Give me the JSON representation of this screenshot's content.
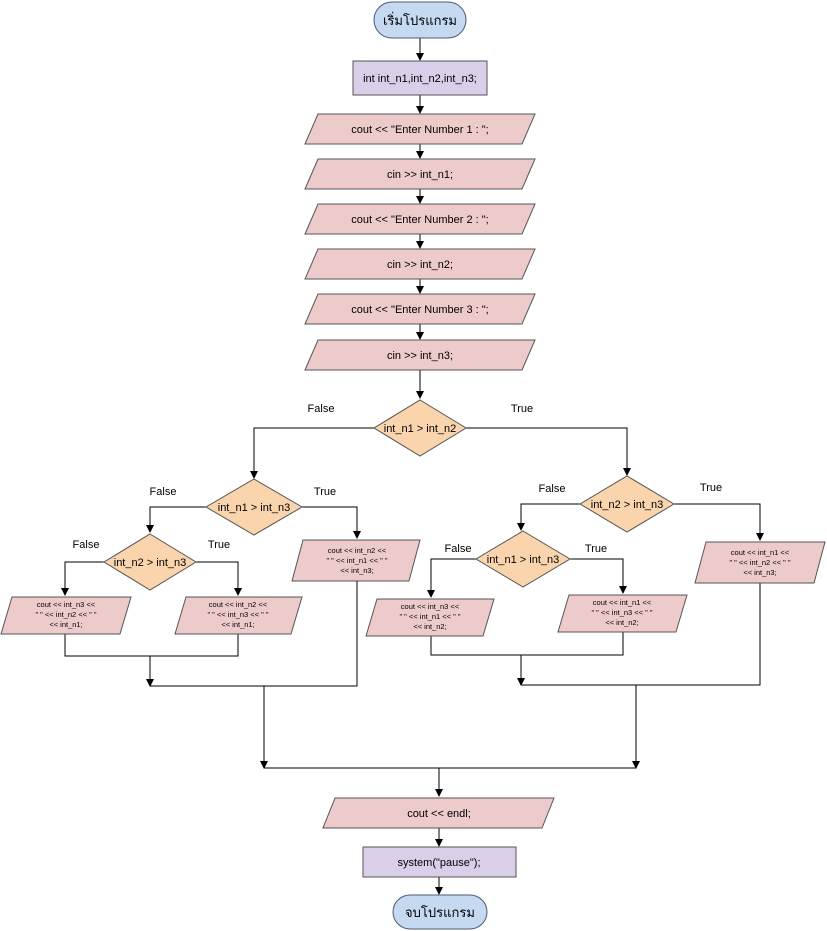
{
  "flowchart": {
    "start": "เริ่มโปรแกรม",
    "declare": "int int_n1,int_n2,int_n3;",
    "prompt1": "cout << \"Enter Number 1 : \";",
    "input1": "cin >> int_n1;",
    "prompt2": "cout << \"Enter Number 2 : \";",
    "input2": "cin >> int_n2;",
    "prompt3": "cout << \"Enter Number 3 : \";",
    "input3": "cin >> int_n3;",
    "decision_main": "int_n1 > int_n2",
    "decision_left": "int_n1 > int_n3",
    "decision_left_left": "int_n2 > int_n3",
    "decision_right": "int_n2 > int_n3",
    "decision_right_left": "int_n1 > int_n3",
    "out_3_2_1": [
      "cout << int_n3 <<",
      "\" \" << int_n2 << \" \"",
      "<< int_n1;"
    ],
    "out_2_3_1": [
      "cout << int_n2 <<",
      "\" \" << int_n3 << \" \"",
      "<< int_n1;"
    ],
    "out_2_1_3": [
      "cout << int_n2 <<",
      "\" \" << int_n1 << \" \"",
      "<< int_n3;"
    ],
    "out_3_1_2": [
      "cout << int_n3 <<",
      "\" \" << int_n1 << \" \"",
      "<< int_n2;"
    ],
    "out_1_3_2": [
      "cout << int_n1 <<",
      "\" \" << int_n3 << \" \"",
      "<< int_n2;"
    ],
    "out_1_2_3": [
      "cout << int_n1 <<",
      "\" \" << int_n2 << \" \"",
      "<< int_n3;"
    ],
    "endl": "cout << endl;",
    "pause": "system(\"pause\");",
    "end": "จบโปรแกรม",
    "true_label": "True",
    "false_label": "False"
  },
  "colors": {
    "terminal": "#c5d9f1",
    "process": "#d9cfe8",
    "io": "#eecbcb",
    "decision": "#fad4ac"
  }
}
